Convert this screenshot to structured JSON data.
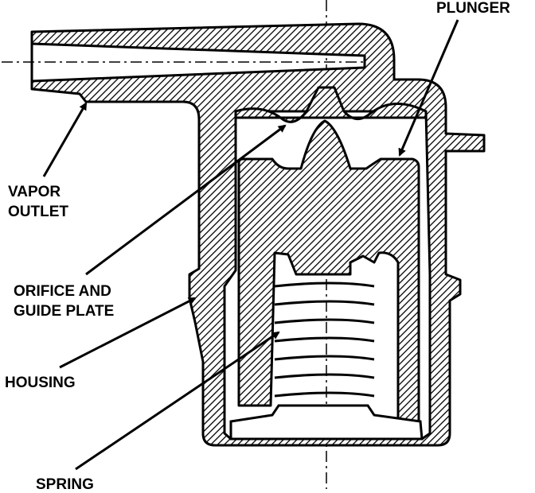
{
  "labels": {
    "plunger": "PLUNGER",
    "vapor_line1": "VAPOR",
    "vapor_line2": "OUTLET",
    "orifice_line1": "ORIFICE AND",
    "orifice_line2": "GUIDE PLATE",
    "housing": "HOUSING",
    "spring": "SPRING"
  },
  "colors": {
    "ink": "#000000",
    "background": "#ffffff"
  }
}
